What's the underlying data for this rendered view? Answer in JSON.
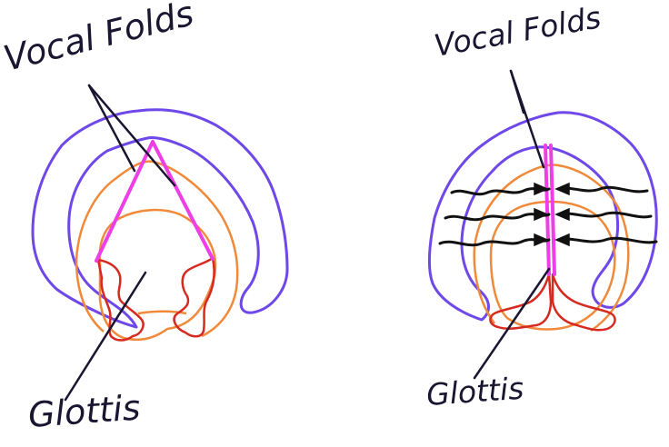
{
  "left_panel": {
    "top_label": "Vocal Folds",
    "bottom_label": "Glottis"
  },
  "right_panel": {
    "top_label": "Vocal Folds",
    "bottom_label": "Glottis"
  },
  "colors": {
    "outline_outer": "#6e48e8",
    "cartilage": "#f08a3a",
    "arytenoid": "#d62a20",
    "vocal_folds": "#ee3ee6",
    "ink": "#1a1530"
  }
}
